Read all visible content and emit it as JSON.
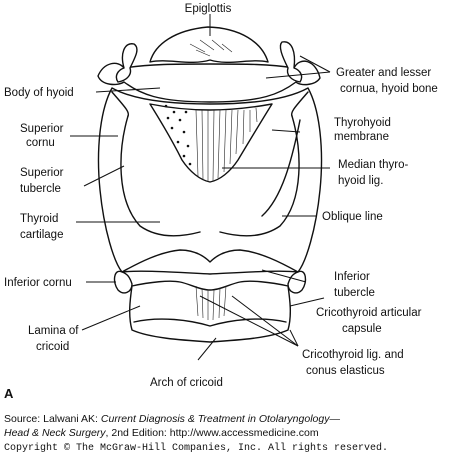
{
  "labels": {
    "epiglottis": "Epiglottis",
    "greater_lesser_cornua_1": "Greater and lesser",
    "greater_lesser_cornua_2": "cornua, hyoid bone",
    "body_of_hyoid": "Body of hyoid",
    "superior_cornu_1": "Superior",
    "superior_cornu_2": "cornu",
    "thyrohyoid_membrane_1": "Thyrohyoid",
    "thyrohyoid_membrane_2": "membrane",
    "superior_tubercle_1": "Superior",
    "superior_tubercle_2": "tubercle",
    "median_thyrohyoid_1": "Median thyro-",
    "median_thyrohyoid_2": "hyoid lig.",
    "thyroid_cartilage_1": "Thyroid",
    "thyroid_cartilage_2": "cartilage",
    "oblique_line": "Oblique line",
    "inferior_cornu": "Inferior cornu",
    "inferior_tubercle_1": "Inferior",
    "inferior_tubercle_2": "tubercle",
    "cricothyroid_capsule_1": "Cricothyroid articular",
    "cricothyroid_capsule_2": "capsule",
    "lamina_of_cricoid_1": "Lamina of",
    "lamina_of_cricoid_2": "cricoid",
    "cricothyroid_lig_1": "Cricothyroid lig. and",
    "cricothyroid_lig_2": "conus elasticus",
    "arch_of_cricoid": "Arch of cricoid",
    "panel_letter": "A"
  },
  "caption": {
    "source_prefix": "Source: Lalwani AK: ",
    "source_title_1": "Current Diagnosis & Treatment in Otolaryngology—",
    "source_title_2": "Head & Neck Surgery",
    "source_suffix": ", 2nd Edition: http://www.accessmedicine.com",
    "copyright": "Copyright © The McGraw-Hill Companies, Inc. All rights reserved."
  }
}
